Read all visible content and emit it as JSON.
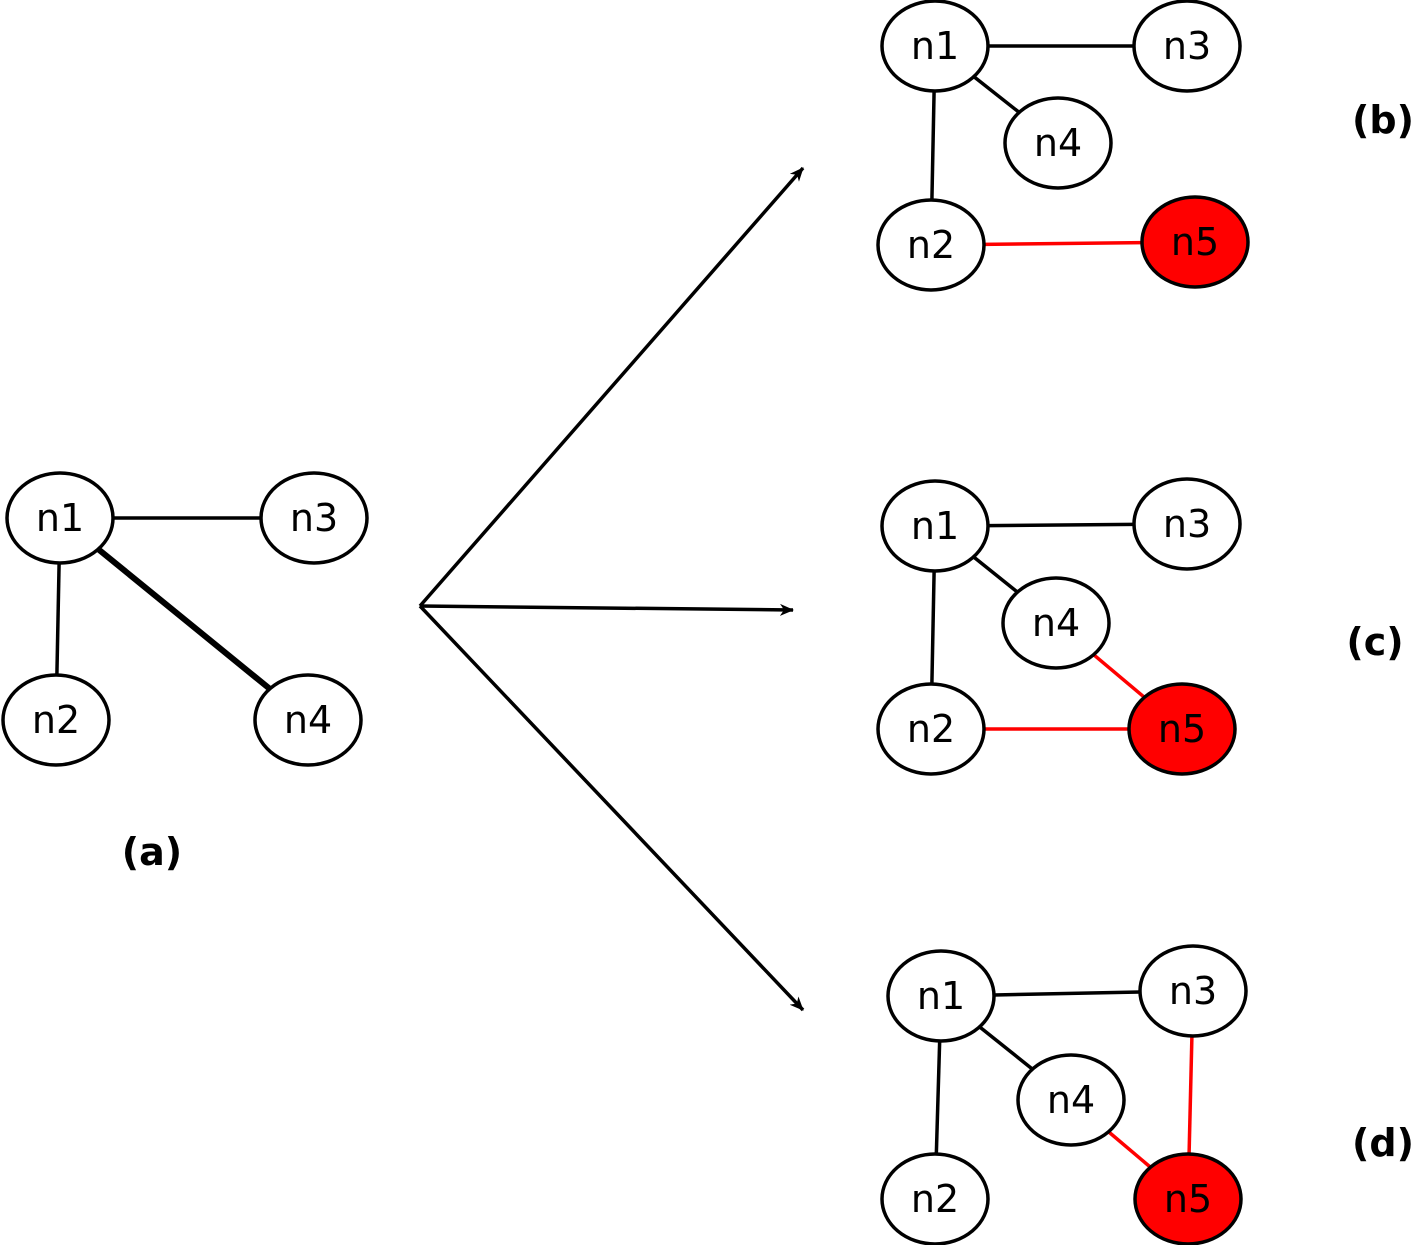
{
  "colors": {
    "stroke": "#000000",
    "node_fill": "#ffffff",
    "new_node_fill": "#ff0000",
    "new_edge": "#ff0000"
  },
  "panels": [
    {
      "id": "a",
      "label": "(a)",
      "nodes": [
        {
          "id": "n1",
          "label": "n1",
          "new": false
        },
        {
          "id": "n2",
          "label": "n2",
          "new": false
        },
        {
          "id": "n3",
          "label": "n3",
          "new": false
        },
        {
          "id": "n4",
          "label": "n4",
          "new": false
        }
      ],
      "edges": [
        {
          "from": "n1",
          "to": "n3",
          "new": false
        },
        {
          "from": "n1",
          "to": "n2",
          "new": false
        },
        {
          "from": "n1",
          "to": "n4",
          "new": false,
          "emphasis": true
        }
      ]
    },
    {
      "id": "b",
      "label": "(b)",
      "nodes": [
        {
          "id": "n1",
          "label": "n1",
          "new": false
        },
        {
          "id": "n2",
          "label": "n2",
          "new": false
        },
        {
          "id": "n3",
          "label": "n3",
          "new": false
        },
        {
          "id": "n4",
          "label": "n4",
          "new": false
        },
        {
          "id": "n5",
          "label": "n5",
          "new": true
        }
      ],
      "edges": [
        {
          "from": "n1",
          "to": "n3",
          "new": false
        },
        {
          "from": "n1",
          "to": "n4",
          "new": false
        },
        {
          "from": "n1",
          "to": "n2",
          "new": false
        },
        {
          "from": "n2",
          "to": "n5",
          "new": true
        }
      ]
    },
    {
      "id": "c",
      "label": "(c)",
      "nodes": [
        {
          "id": "n1",
          "label": "n1",
          "new": false
        },
        {
          "id": "n2",
          "label": "n2",
          "new": false
        },
        {
          "id": "n3",
          "label": "n3",
          "new": false
        },
        {
          "id": "n4",
          "label": "n4",
          "new": false
        },
        {
          "id": "n5",
          "label": "n5",
          "new": true
        }
      ],
      "edges": [
        {
          "from": "n1",
          "to": "n3",
          "new": false
        },
        {
          "from": "n1",
          "to": "n4",
          "new": false
        },
        {
          "from": "n1",
          "to": "n2",
          "new": false
        },
        {
          "from": "n4",
          "to": "n5",
          "new": true
        },
        {
          "from": "n2",
          "to": "n5",
          "new": true
        }
      ]
    },
    {
      "id": "d",
      "label": "(d)",
      "nodes": [
        {
          "id": "n1",
          "label": "n1",
          "new": false
        },
        {
          "id": "n2",
          "label": "n2",
          "new": false
        },
        {
          "id": "n3",
          "label": "n3",
          "new": false
        },
        {
          "id": "n4",
          "label": "n4",
          "new": false
        },
        {
          "id": "n5",
          "label": "n5",
          "new": true
        }
      ],
      "edges": [
        {
          "from": "n1",
          "to": "n3",
          "new": false
        },
        {
          "from": "n1",
          "to": "n4",
          "new": false
        },
        {
          "from": "n1",
          "to": "n2",
          "new": false
        },
        {
          "from": "n4",
          "to": "n5",
          "new": true
        },
        {
          "from": "n3",
          "to": "n5",
          "new": true
        }
      ]
    }
  ],
  "arrows": [
    {
      "from": "a",
      "to": "b"
    },
    {
      "from": "a",
      "to": "c"
    },
    {
      "from": "a",
      "to": "d"
    }
  ]
}
